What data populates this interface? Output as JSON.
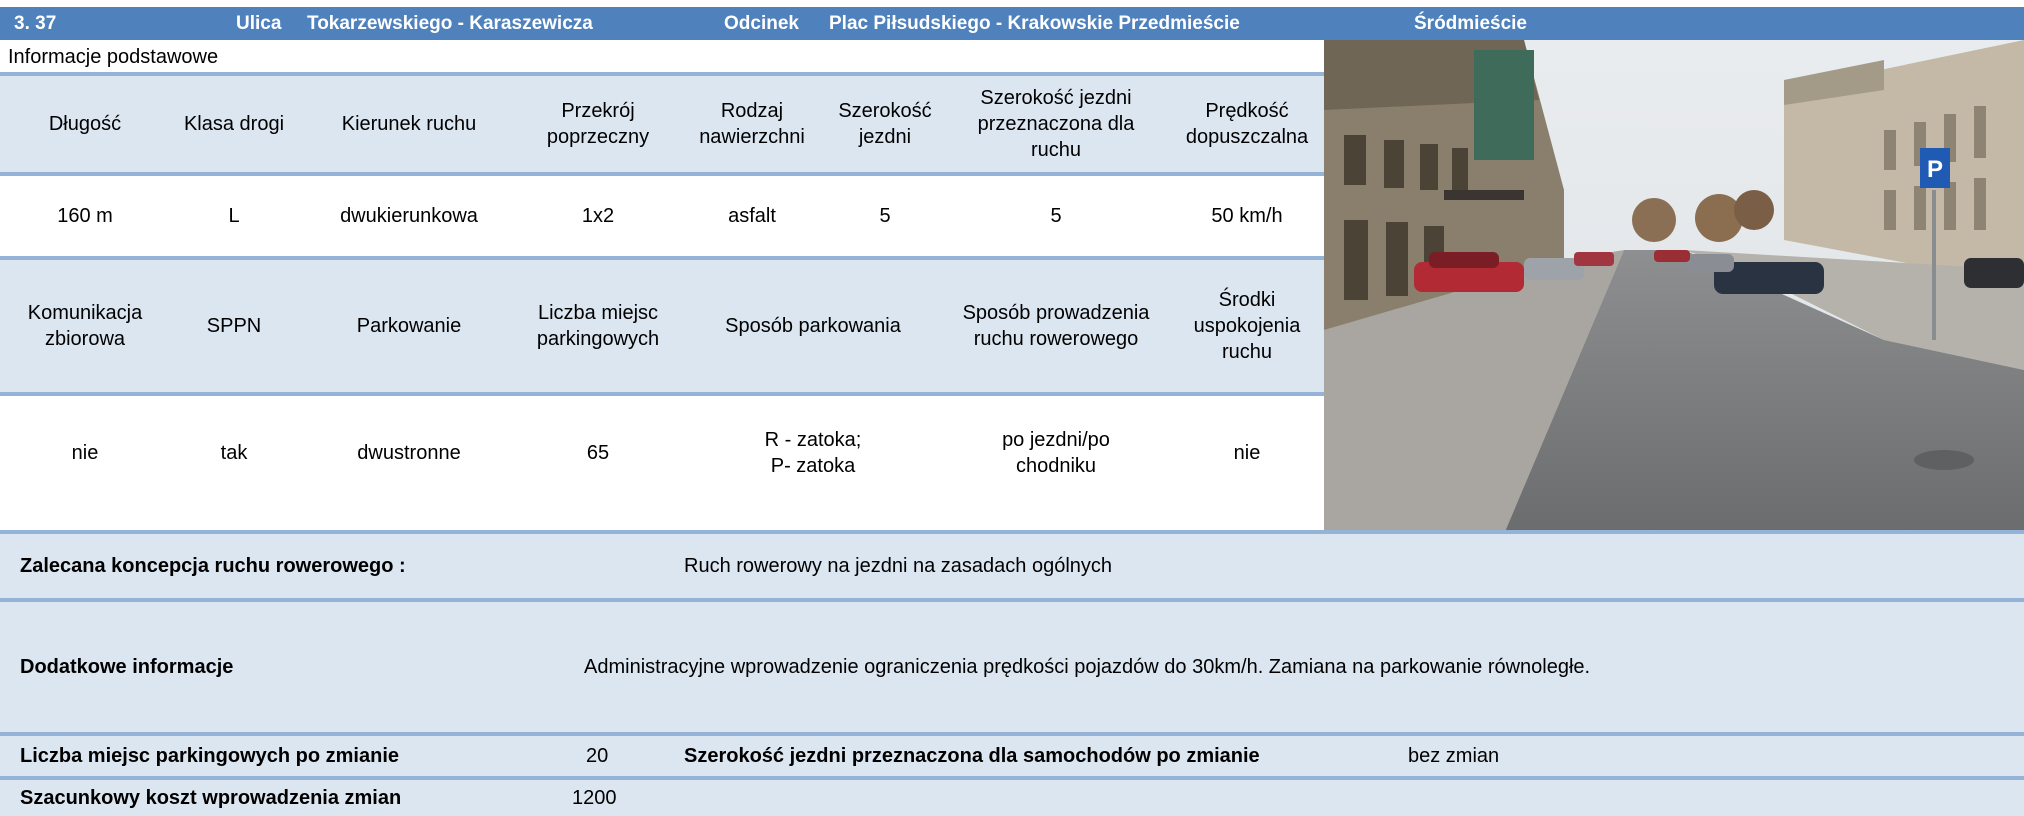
{
  "header": {
    "number": "3. 37",
    "street_label": "Ulica",
    "street_name": "Tokarzewskiego - Karaszewicza",
    "segment_label": "Odcinek",
    "segment_name": "Plac Piłsudskiego - Krakowskie Przedmieście",
    "district": "Śródmieście"
  },
  "section_title": "Informacje podstawowe",
  "table1": {
    "headers": [
      "Długość",
      "Klasa drogi",
      "Kierunek ruchu",
      "Przekrój poprzeczny",
      "Rodzaj nawierzchni",
      "Szerokość jezdni",
      "Szerokość jezdni przeznaczona dla ruchu",
      "Prędkość dopuszczalna"
    ],
    "values": [
      "160 m",
      "L",
      "dwukierunkowa",
      "1x2",
      "asfalt",
      "5",
      "5",
      "50 km/h"
    ]
  },
  "table2": {
    "headers": [
      "Komunikacja zbiorowa",
      "SPPN",
      "Parkowanie",
      "Liczba miejsc parkingowych",
      "Sposób parkowania",
      "Sposób prowadzenia ruchu rowerowego",
      "Środki uspokojenia ruchu"
    ],
    "values": [
      "nie",
      "tak",
      "dwustronne",
      "65",
      "R - zatoka;\nP- zatoka",
      "po jezdni/po chodniku",
      "nie"
    ]
  },
  "recommend": {
    "label": "Zalecana koncepcja ruchu rowerowego :",
    "value": "Ruch rowerowy na jezdni na zasadach ogólnych"
  },
  "additional": {
    "label": "Dodatkowe informacje",
    "value": "Administracyjne wprowadzenie ograniczenia prędkości pojazdów do 30km/h.  Zamiana na parkowanie równoległe."
  },
  "after_change": {
    "parking_label": "Liczba miejsc parkingowych po zmianie",
    "parking_value": "20",
    "width_label": "Szerokość jezdni przeznaczona dla samochodów po zmianie",
    "width_value": "bez zmian"
  },
  "cost": {
    "label": "Szacunkowy koszt wprowadzenia zmian",
    "value": "1200"
  },
  "colors": {
    "header_blue": "#4f81bd",
    "row_light_blue": "#dce6f1",
    "line_blue": "#95b3d7"
  },
  "photo": {
    "sign_letter": "P"
  }
}
